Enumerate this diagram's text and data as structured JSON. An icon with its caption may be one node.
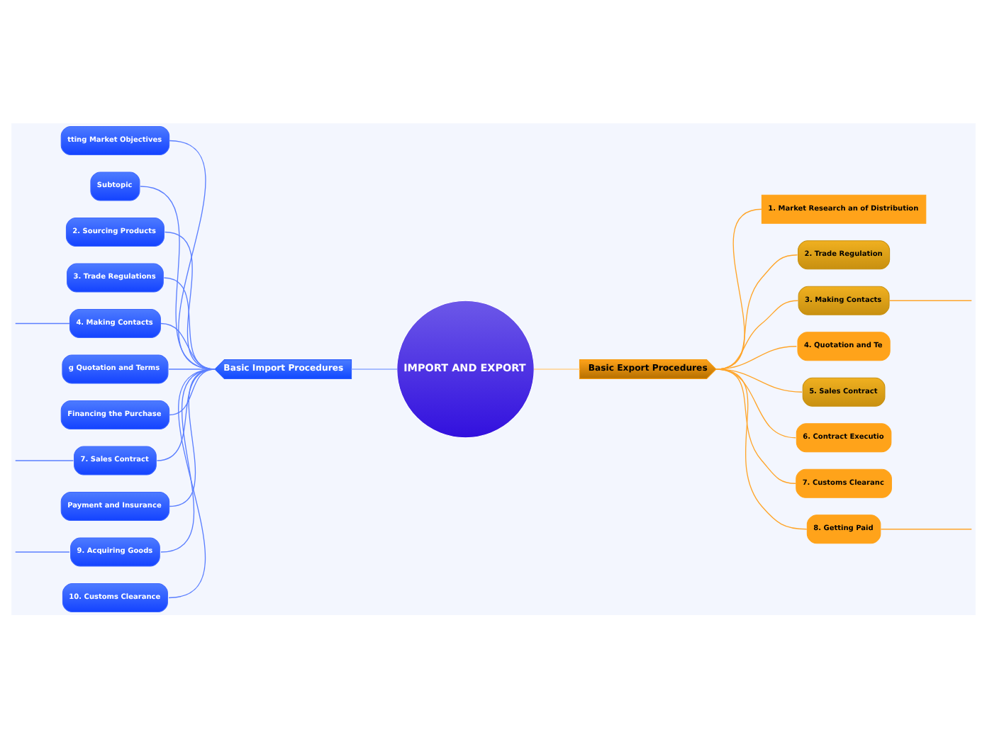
{
  "diagram": {
    "nodes": [
      {
        "text": [
          "IMPORT AND EXPORT"
        ]
      },
      {
        "text": [
          "Basic Import Procedures"
        ]
      },
      {
        "text": [
          "tting Market Objectives"
        ]
      },
      {
        "text": [
          "Subtopic"
        ]
      },
      {
        "text": [
          "2. Sourcing Products"
        ]
      },
      {
        "text": [
          "3. Trade Regulations"
        ]
      },
      {
        "text": [
          "4. Making Contacts"
        ]
      },
      {
        "text": [
          "g Quotation and Terms"
        ]
      },
      {
        "text": [
          "Financing the Purchase"
        ]
      },
      {
        "text": [
          "7. Sales Contract"
        ]
      },
      {
        "text": [
          "Payment and Insurance"
        ]
      },
      {
        "text": [
          "9. Acquiring Goods"
        ]
      },
      {
        "text": [
          "10. Customs Clearance"
        ]
      },
      {
        "text": [
          "Basic Export Procedures"
        ]
      },
      {
        "text": [
          "1. Market Research an of Distribution"
        ]
      },
      {
        "text": [
          "2. Trade Regulation"
        ]
      },
      {
        "text": [
          "3. Making Contacts"
        ]
      },
      {
        "text": [
          "4. Quotation and Te"
        ]
      },
      {
        "text": [
          "5. Sales Contract"
        ]
      },
      {
        "text": [
          "6. Contract Executio"
        ]
      },
      {
        "text": [
          "7. Customs Clearanc"
        ]
      },
      {
        "text": [
          "8. Getting Paid"
        ]
      }
    ],
    "edges": [
      {
        "from": 1,
        "to": 0,
        "arrow": "none",
        "color": "#8ea8ff"
      },
      {
        "from": 2,
        "to": 1,
        "arrow": "none"
      },
      {
        "from": 3,
        "to": 1,
        "arrow": "none"
      },
      {
        "from": 4,
        "to": 1,
        "arrow": "none"
      },
      {
        "from": 5,
        "to": 1,
        "arrow": "none"
      },
      {
        "from": 6,
        "to": 1,
        "arrow": "none"
      },
      {
        "from": 7,
        "to": 1,
        "arrow": "none"
      },
      {
        "from": 8,
        "to": 1,
        "arrow": "none"
      },
      {
        "from": 9,
        "to": 1,
        "arrow": "none"
      },
      {
        "from": 10,
        "to": 1,
        "arrow": "none"
      },
      {
        "from": 11,
        "to": 1,
        "arrow": "none"
      },
      {
        "from": 12,
        "to": 1,
        "arrow": "none"
      },
      {
        "from": null,
        "to": 6,
        "arrow": "none"
      },
      {
        "from": null,
        "to": 9,
        "arrow": "none"
      },
      {
        "from": null,
        "to": 11,
        "arrow": "none"
      },
      {
        "from": 0,
        "to": 13,
        "arrow": "none",
        "color": "#ffd08c"
      },
      {
        "from": 13,
        "to": 14,
        "arrow": "none",
        "color": "#ffa52a"
      },
      {
        "from": 13,
        "to": 15,
        "arrow": "none",
        "color": "#ffa52a"
      },
      {
        "from": 13,
        "to": 16,
        "arrow": "none",
        "color": "#ffa52a"
      },
      {
        "from": 13,
        "to": 17,
        "arrow": "none",
        "color": "#ffa52a"
      },
      {
        "from": 13,
        "to": 18,
        "arrow": "none",
        "color": "#ffa52a"
      },
      {
        "from": 13,
        "to": 19,
        "arrow": "none",
        "color": "#ffa52a"
      },
      {
        "from": 13,
        "to": 20,
        "arrow": "none",
        "color": "#ffa52a"
      },
      {
        "from": 13,
        "to": 21,
        "arrow": "none",
        "color": "#ffa52a"
      },
      {
        "from": 16,
        "to": null,
        "arrow": "none",
        "color": "#ffa52a"
      },
      {
        "from": 21,
        "to": null,
        "arrow": "none",
        "color": "#ffa52a"
      }
    ]
  }
}
